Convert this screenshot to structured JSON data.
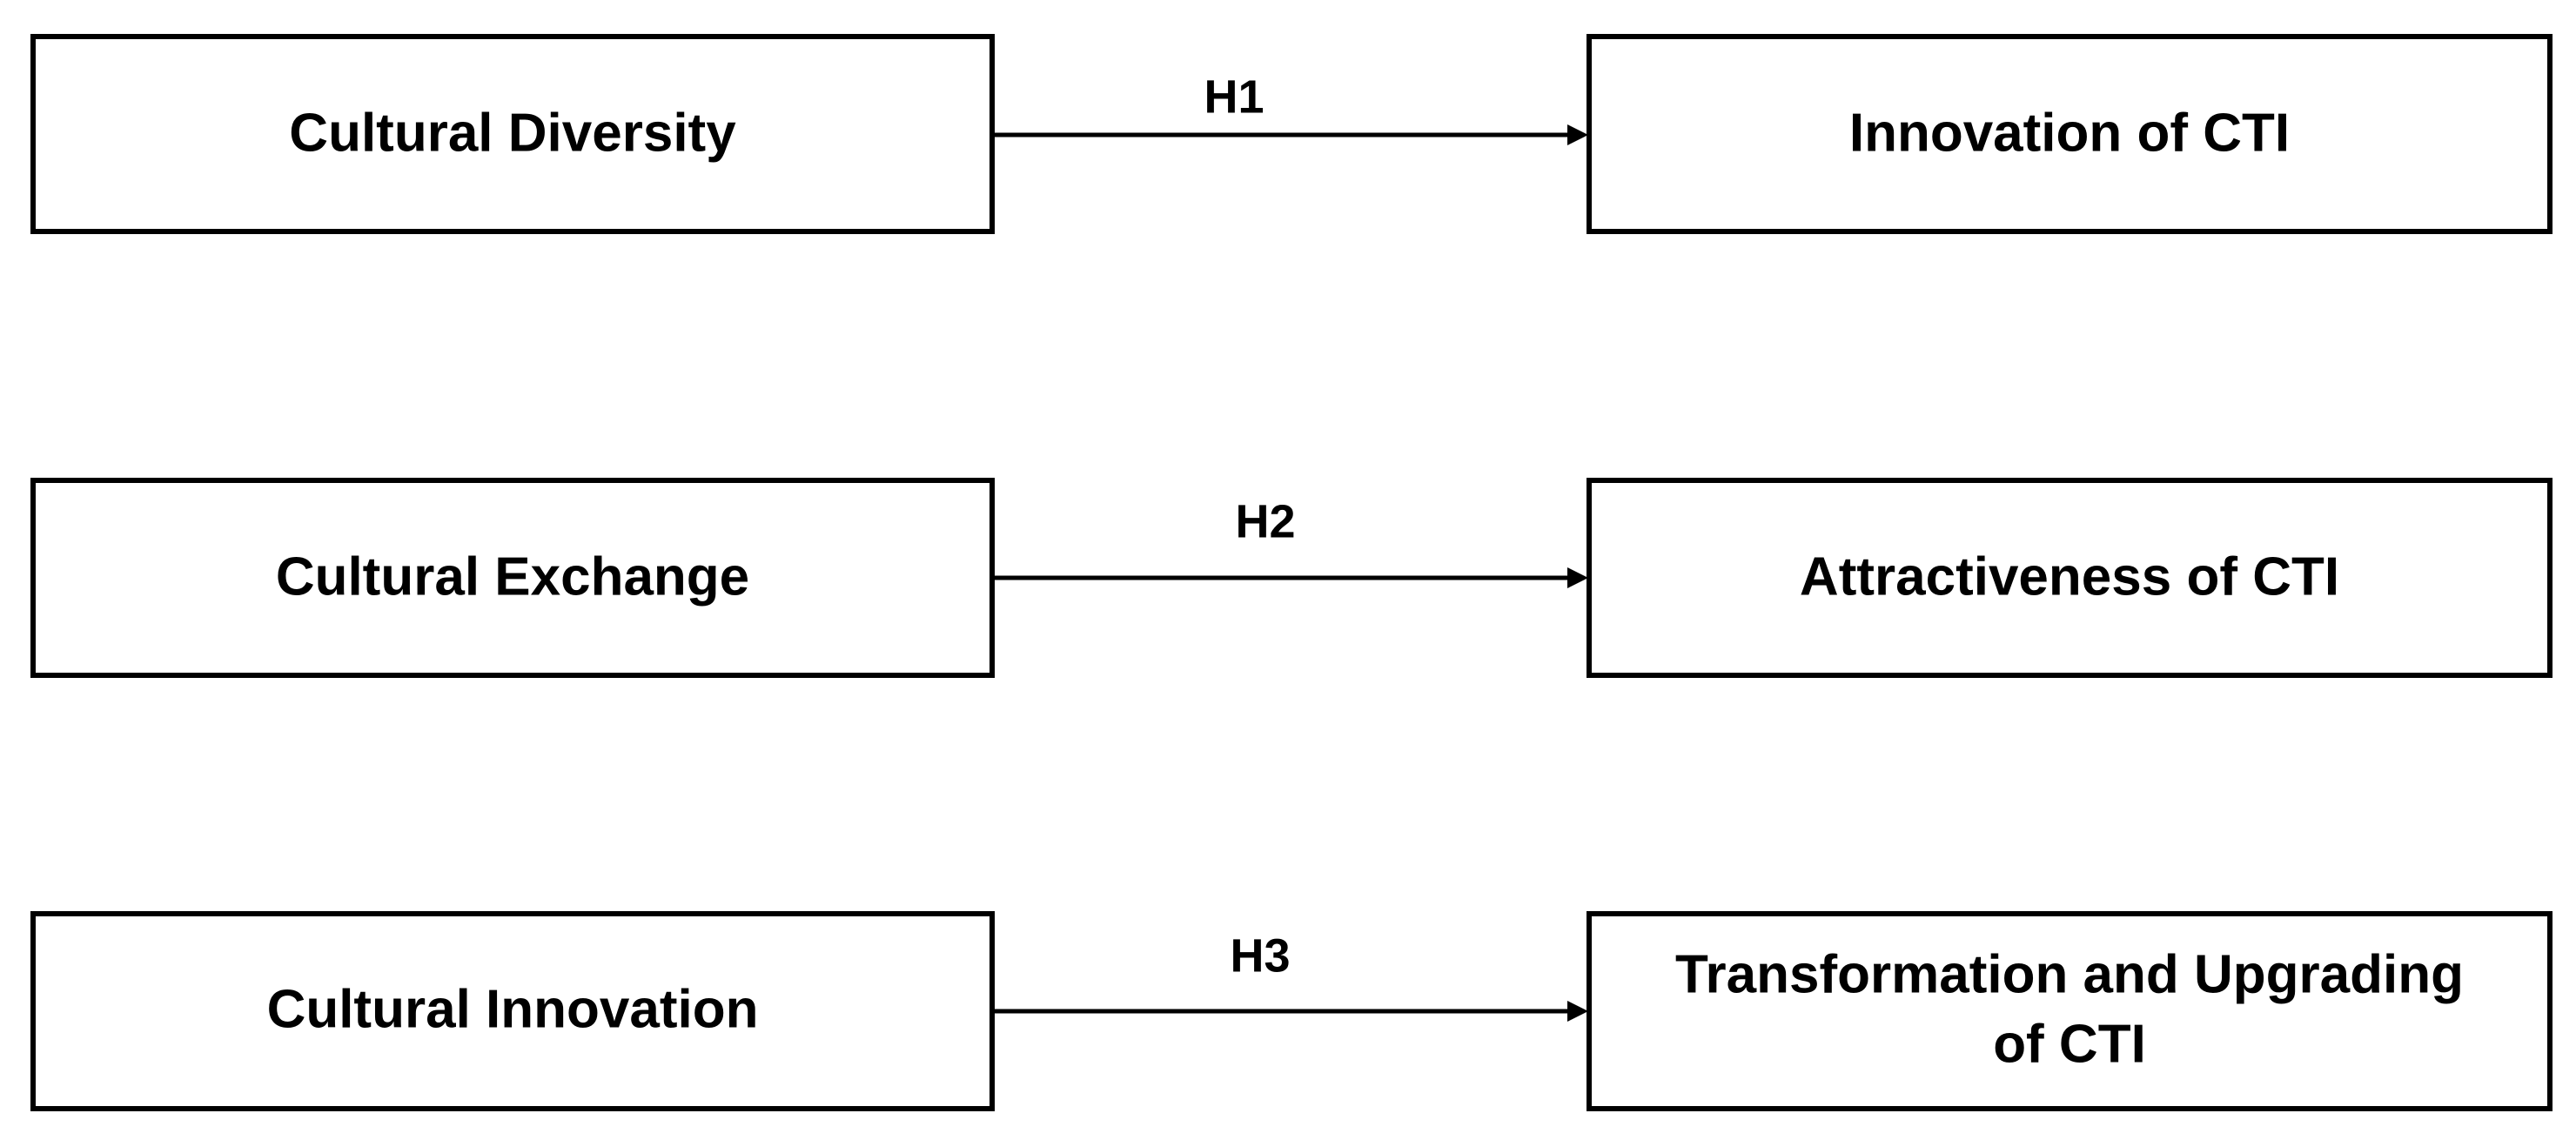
{
  "diagram": {
    "rows": [
      {
        "source": "Cultural Diversity",
        "hypothesis": "H1",
        "target": [
          "Innovation of CTI"
        ]
      },
      {
        "source": "Cultural Exchange",
        "hypothesis": "H2",
        "target": [
          "Attractiveness of CTI"
        ]
      },
      {
        "source": "Cultural Innovation",
        "hypothesis": "H3",
        "target": [
          "Transformation and Upgrading",
          "of CTI"
        ]
      }
    ]
  }
}
